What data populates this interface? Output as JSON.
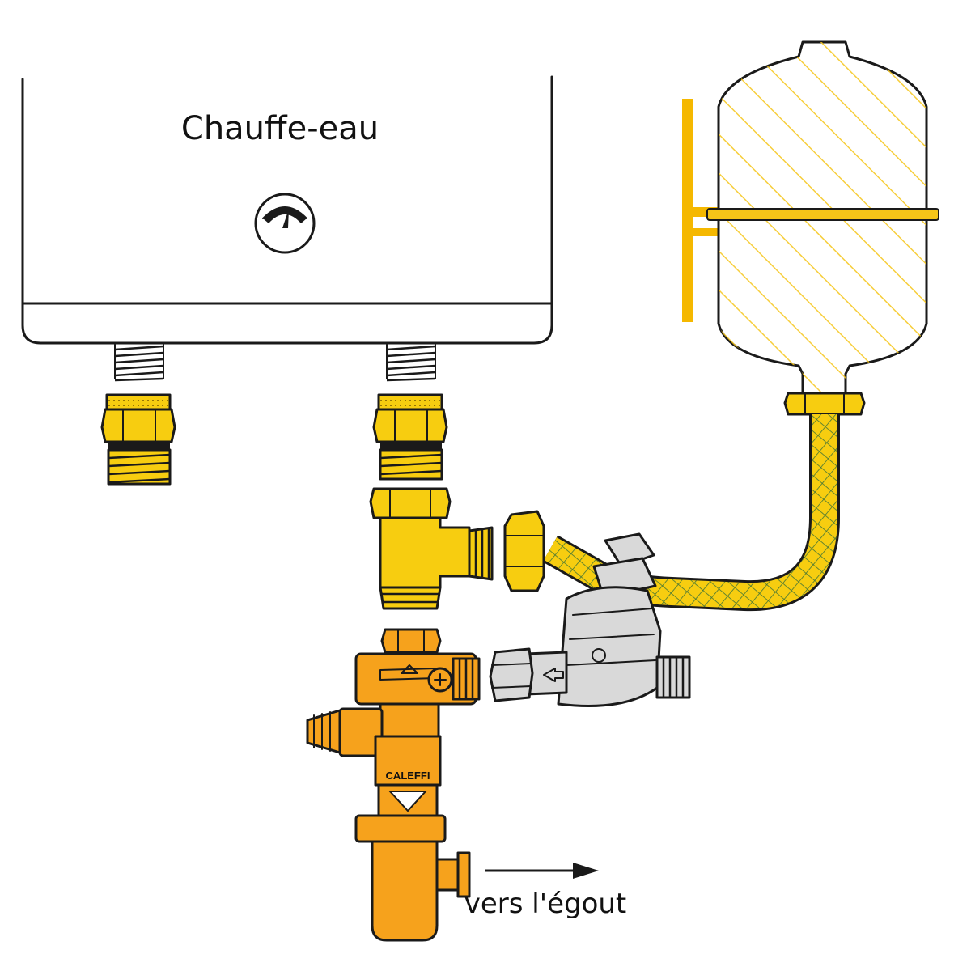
{
  "heater": {
    "label": "Chauffe-eau"
  },
  "safety_group": {
    "brand": "CALEFFI"
  },
  "drain": {
    "label": "vers l'égout"
  },
  "colors": {
    "fitting_yellow": "#f7cd10",
    "safety_orange": "#f6a21c",
    "reducer_grey": "#d9d9d9",
    "tank_bracket": "#f5b800",
    "hose_green": "#2e6b3a"
  },
  "icons": [
    "pressure-gauge-icon",
    "flow-arrow-icon",
    "drain-arrow-icon"
  ]
}
